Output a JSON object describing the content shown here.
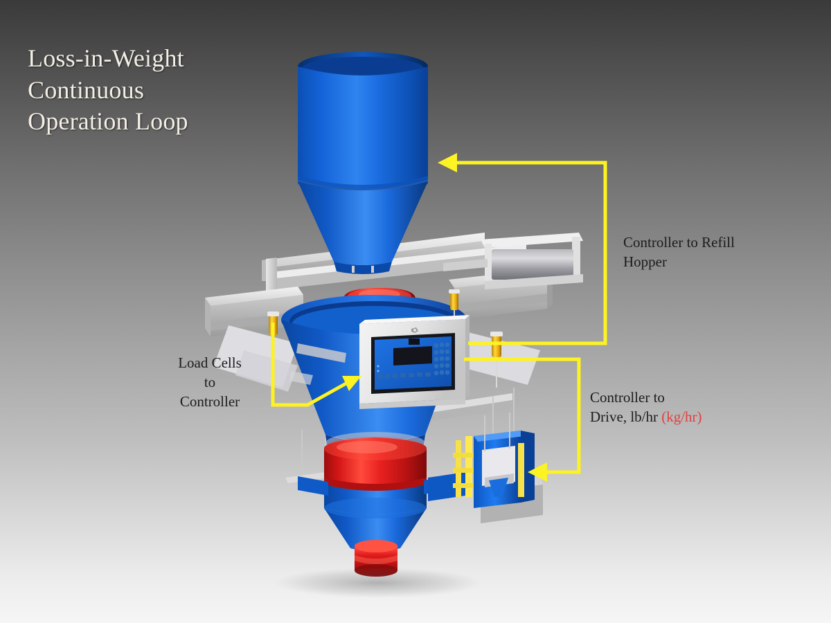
{
  "slide": {
    "title": "Loss-in-Weight\nContinuous\nOperation Loop",
    "background": {
      "top_color": "#3a3a3a",
      "bottom_color": "#f6f6f6"
    }
  },
  "labels": {
    "refill": "Controller to Refill\nHopper",
    "load_cells": "Load Cells\nto\nController",
    "drive_main": "Controller to\nDrive, lb/hr ",
    "drive_unit_alt": "(kg/hr)"
  },
  "colors": {
    "title_text": "#f3efe6",
    "label_text": "#1c1c1c",
    "accent_red_text": "#e0403f",
    "arrow_yellow": "#fdf323",
    "equipment_blue": "#1263d6",
    "equipment_blue_dark": "#0a3f96",
    "equipment_blue_light": "#3f8df0",
    "equipment_red": "#e31b1b",
    "equipment_red_dark": "#a50f0f",
    "frame_gray": "#d9d9d9",
    "frame_gray_dark": "#a6a6a6",
    "loadcell_yellow": "#f2c018",
    "controller_body": "#e6e6e6",
    "controller_face": "#1565d8",
    "lcd_dark": "#1a1a22"
  },
  "equipment": [
    {
      "name": "refill-hopper",
      "type": "cylinder-cone",
      "label": "Refill Hopper"
    },
    {
      "name": "support-frame",
      "type": "structural-frame",
      "label": "Support Frame"
    },
    {
      "name": "flex-connector-upper",
      "type": "flexible-sleeve",
      "label": "Upper Flexible Connector"
    },
    {
      "name": "weigh-hopper",
      "type": "cone",
      "label": "Weigh Hopper"
    },
    {
      "name": "load-cell-left",
      "type": "load-cell",
      "label": "Load Cell (Left)"
    },
    {
      "name": "load-cell-right",
      "type": "load-cell",
      "label": "Load Cell (Right)"
    },
    {
      "name": "load-cell-rear",
      "type": "load-cell",
      "label": "Load Cell (Rear)"
    },
    {
      "name": "weigh-controller",
      "type": "controller",
      "label": "Weigh Controller"
    },
    {
      "name": "flex-connector-lower",
      "type": "flexible-sleeve",
      "label": "Lower Flexible Connector"
    },
    {
      "name": "discharge-cone",
      "type": "cone",
      "label": "Discharge Cone"
    },
    {
      "name": "outlet-spout",
      "type": "spout",
      "label": "Outlet Spout"
    },
    {
      "name": "feeder-drive",
      "type": "drive-unit",
      "label": "Feeder Drive"
    },
    {
      "name": "actuator-cylinder",
      "type": "cylinder",
      "label": "Refill Valve Actuator"
    }
  ],
  "arrows": [
    {
      "name": "arrow-controller-to-refill",
      "from": "weigh-controller",
      "to": "refill-hopper",
      "color": "#fdf323"
    },
    {
      "name": "arrow-loadcells-to-controller",
      "from": "load-cell-left",
      "to": "weigh-controller",
      "color": "#fdf323"
    },
    {
      "name": "arrow-controller-to-drive",
      "from": "weigh-controller",
      "to": "feeder-drive",
      "color": "#fdf323"
    }
  ],
  "controller_panel": {
    "display_rows": 2,
    "keypad_columns": 4,
    "keypad_rows": 4,
    "function_keys": 7
  }
}
